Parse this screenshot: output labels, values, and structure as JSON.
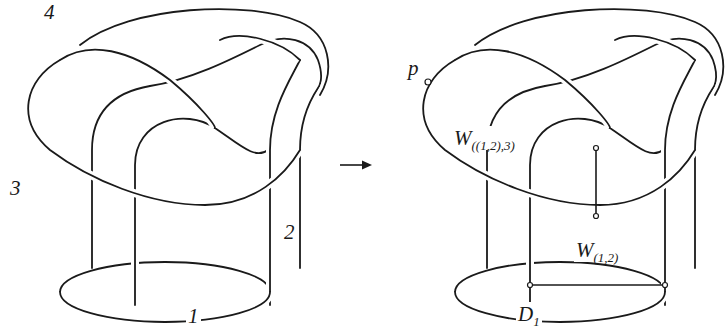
{
  "diagram": {
    "labels": [
      "4",
      "3",
      "2",
      "1",
      "p",
      "W((1,2),3)",
      "W(1,2)",
      "D1"
    ]
  }
}
